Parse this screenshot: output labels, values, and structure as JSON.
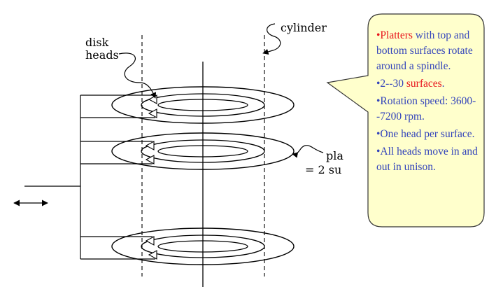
{
  "labels": {
    "cylinder": "cylinder",
    "disk": "disk",
    "heads": "heads",
    "platter_partial": "pla",
    "surfaces_partial": "= 2 su"
  },
  "callout": {
    "p1_red": "•Platters",
    "p1_rest": " with top and bottom surfaces rotate around a spindle.",
    "p2_a": "•2--30 ",
    "p2_red": "surfaces",
    "p2_c": ".",
    "p3": "•Rotation speed: 3600--7200 rpm.",
    "p4": "•One head per surface.",
    "p5": "•All heads move in and out in unison."
  },
  "colors": {
    "callout_fill": "#ffffcc",
    "callout_text": "#3344bb",
    "highlight": "#e8141b",
    "line": "#000000"
  }
}
